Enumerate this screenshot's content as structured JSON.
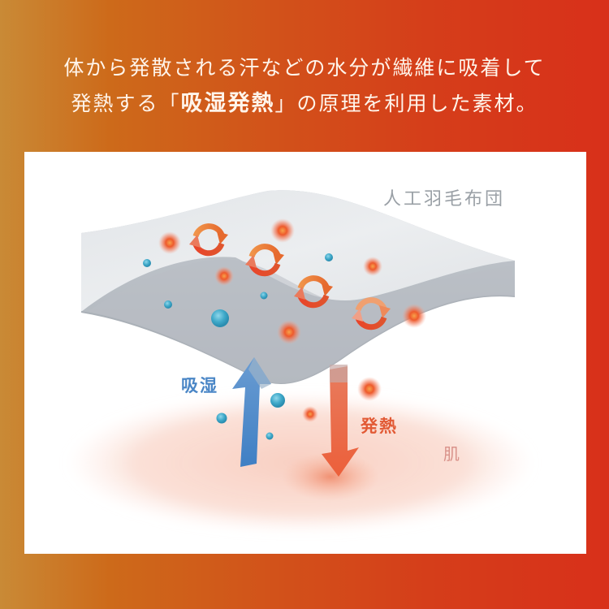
{
  "headline": {
    "line1": "体から発散される汗などの水分が繊維に吸着して",
    "line2_prefix": "発熱する「",
    "line2_emphasis": "吸湿発熱",
    "line2_suffix": "」の原理を利用した素材。"
  },
  "diagram": {
    "material_label": "人工羽毛布団",
    "absorb_label": "吸湿",
    "heat_label": "発熱",
    "skin_label": "肌",
    "colors": {
      "background_left": "#c98a36",
      "background_right": "#d8301a",
      "fabric_top": "#e6e9ec",
      "fabric_side": "#b7bcc3",
      "moisture_arrow": "#4a86c6",
      "heat_arrow": "#ec6640",
      "water_drop": "#3fa9c9",
      "heat_dot": "#ee5a2c",
      "skin": "#f6c9bb"
    }
  }
}
